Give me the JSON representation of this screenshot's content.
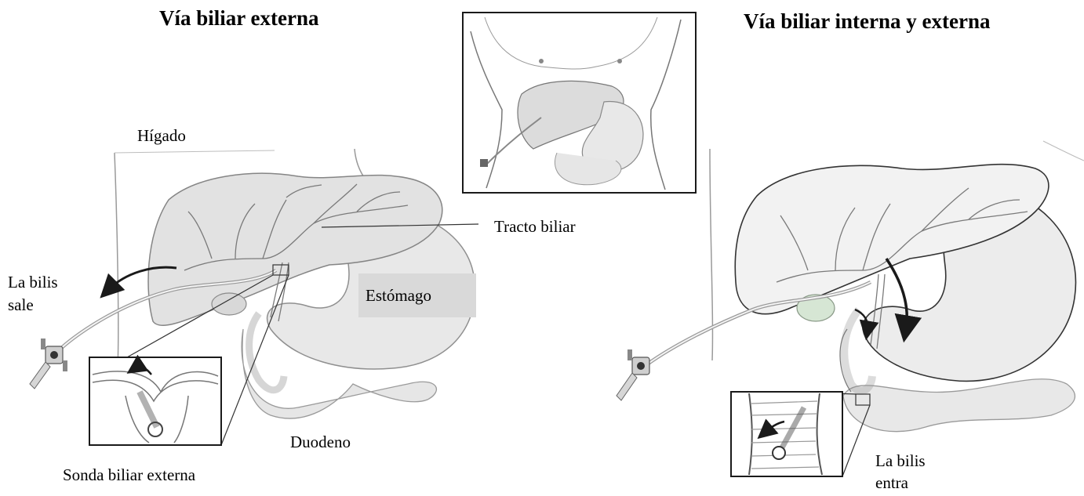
{
  "titles": {
    "left": "Vía biliar externa",
    "right": "Vía biliar interna y externa"
  },
  "labels": {
    "liver": "Hígado",
    "bile_out_line1": "La bilis",
    "bile_out_line2": "sale",
    "biliary_tract": "Tracto biliar",
    "stomach": "Estómago",
    "duodenum": "Duodeno",
    "external_drain": "Sonda biliar externa",
    "bile_in_line1": "La bilis",
    "bile_in_line2": "entra"
  },
  "colors": {
    "organ_fill": "#e4e4e4",
    "organ_stroke": "#8a8a8a",
    "duct_stroke": "#7a7a7a",
    "stomach_label_bg": "#d9d9d9",
    "gallbladder_right": "#d6e6d4",
    "arrow": "#1a1a1a"
  }
}
